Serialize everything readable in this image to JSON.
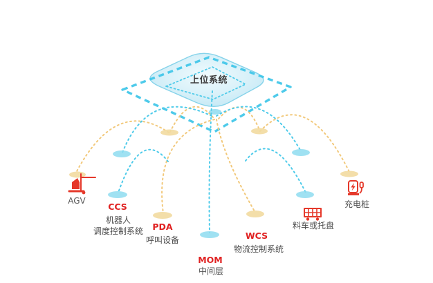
{
  "diagram": {
    "platform": {
      "title": "上位系统"
    },
    "colors": {
      "platform_fill_light": "#eef9fd",
      "platform_fill_deep": "#c2e8f5",
      "platform_stroke": "#86d3ea",
      "dashed_outline_blue": "#3ec6e8",
      "dotted_arc_blue": "#4ecbea",
      "dotted_arc_yellow": "#f2c97c",
      "ellipse_blue": "#8edcf0",
      "ellipse_tan": "#f2daa0",
      "icon_red": "#e5382a",
      "acronym_red": "#e02222",
      "label_grey": "#4d4d4d"
    },
    "nodes": [
      {
        "key": "agv",
        "label": "AGV",
        "icon": "agv-forklift-icon"
      },
      {
        "key": "ccs",
        "acronym": "CCS",
        "desc_line1": "机器人",
        "desc_line2": "调度控制系统"
      },
      {
        "key": "pda",
        "acronym": "PDA",
        "desc_line1": "呼叫设备"
      },
      {
        "key": "mom",
        "acronym": "MOM",
        "desc_line1": "中间层"
      },
      {
        "key": "wcs",
        "acronym": "WCS",
        "desc_line1": "物流控制系统"
      },
      {
        "key": "cart",
        "label": "料车或托盘",
        "icon": "material-cart-icon"
      },
      {
        "key": "charger",
        "label": "充电桩",
        "icon": "charging-pile-icon"
      }
    ]
  }
}
